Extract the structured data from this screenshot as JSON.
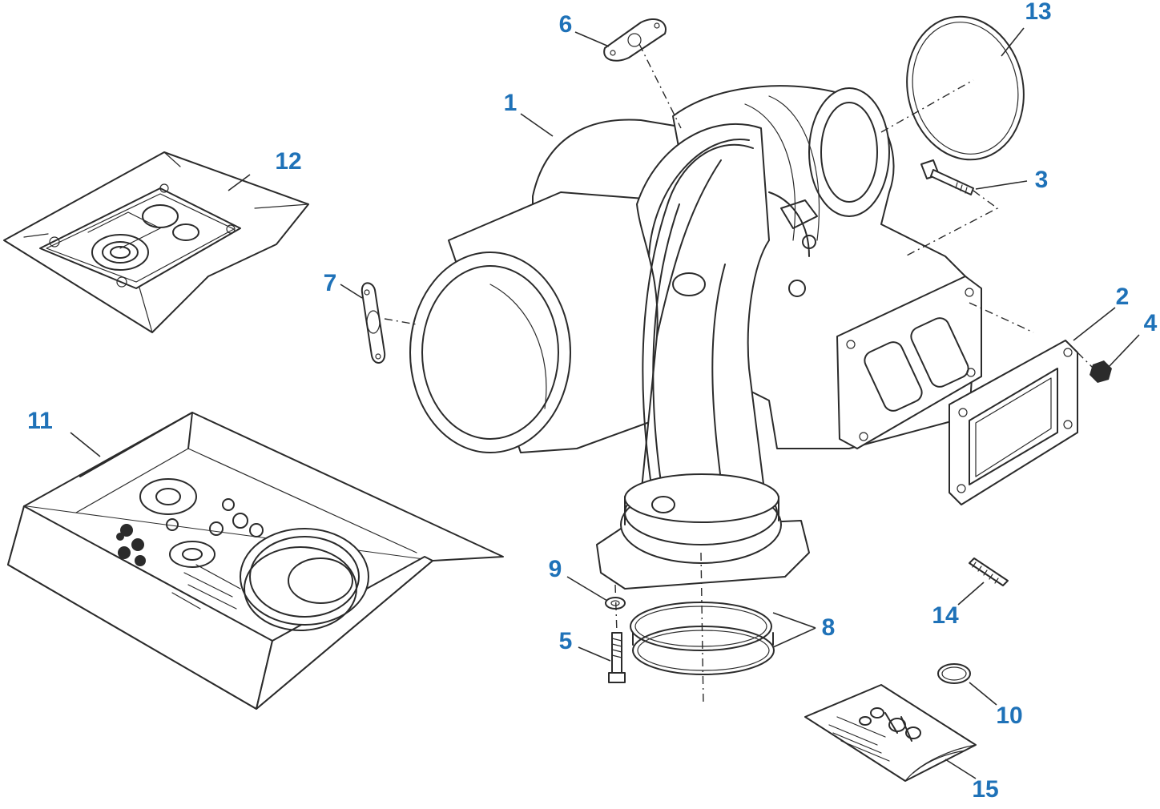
{
  "accent_color": "#1f72b8",
  "parts": [
    {
      "id": "1",
      "label": "1"
    },
    {
      "id": "2",
      "label": "2"
    },
    {
      "id": "3",
      "label": "3"
    },
    {
      "id": "4",
      "label": "4"
    },
    {
      "id": "5",
      "label": "5"
    },
    {
      "id": "6",
      "label": "6"
    },
    {
      "id": "7",
      "label": "7"
    },
    {
      "id": "8",
      "label": "8"
    },
    {
      "id": "9",
      "label": "9"
    },
    {
      "id": "10",
      "label": "10"
    },
    {
      "id": "11",
      "label": "11"
    },
    {
      "id": "12",
      "label": "12"
    },
    {
      "id": "13",
      "label": "13"
    },
    {
      "id": "14",
      "label": "14"
    },
    {
      "id": "15",
      "label": "15"
    }
  ]
}
